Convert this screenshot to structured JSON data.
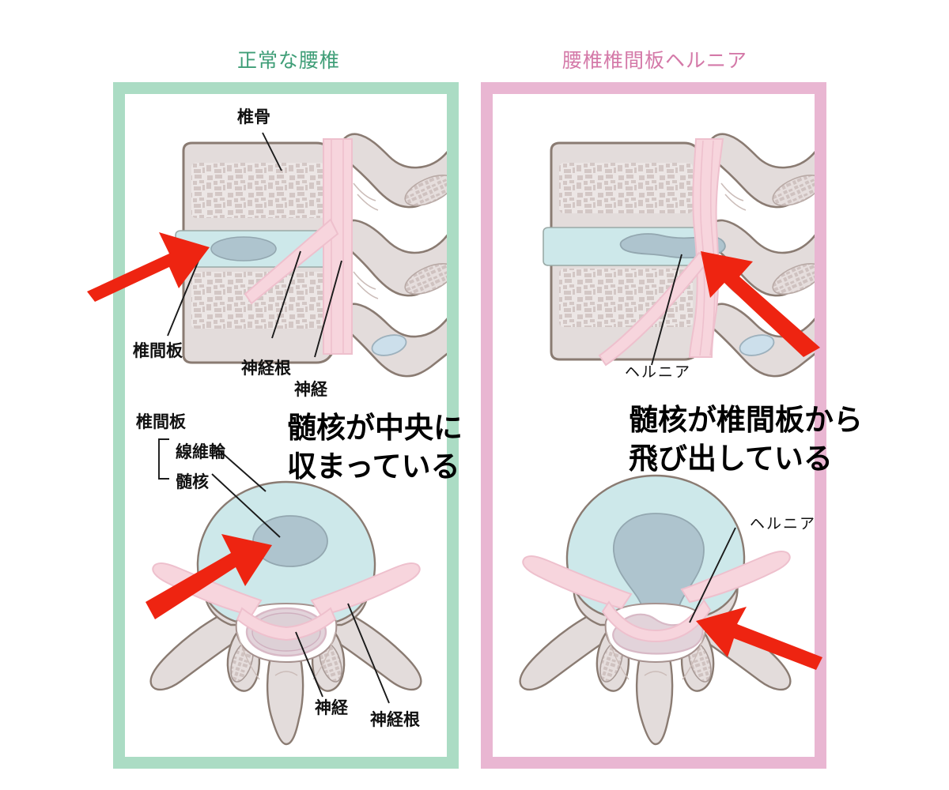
{
  "figure": {
    "kind": "medical-illustration",
    "subject": "Lumbar spine: normal vs lumbar disc herniation",
    "background_color": "#ffffff"
  },
  "panels": [
    {
      "id": "normal",
      "title": "正常な腰椎",
      "title_color": "#3f9e77",
      "frame_color": "#abdcc4",
      "message_lines": [
        "髄核が中央に",
        "収まっている"
      ],
      "labels": [
        {
          "name": "vertebra",
          "text": "椎骨"
        },
        {
          "name": "intervertebral-disc",
          "text": "椎間板"
        },
        {
          "name": "nerve-root",
          "text": "神経根"
        },
        {
          "name": "nerve",
          "text": "神経"
        },
        {
          "name": "disc-bracket-title",
          "text": "椎間板"
        },
        {
          "name": "annulus-fibrosus",
          "text": "線維輪"
        },
        {
          "name": "nucleus-pulposus",
          "text": "髄核"
        },
        {
          "name": "nerve-axial",
          "text": "神経"
        },
        {
          "name": "nerve-root-axial",
          "text": "神経根"
        }
      ],
      "arrows": [
        {
          "name": "arrow-disc-sagittal",
          "color": "#ee2411"
        },
        {
          "name": "arrow-nucleus-axial",
          "color": "#ee2411"
        }
      ]
    },
    {
      "id": "hernia",
      "title": "腰椎椎間板ヘルニア",
      "title_color": "#d479a8",
      "frame_color": "#e9b6d2",
      "message_lines": [
        "髄核が椎間板から",
        "飛び出している"
      ],
      "labels": [
        {
          "name": "herniation-sagittal",
          "text": "ヘルニア"
        },
        {
          "name": "herniation-axial",
          "text": "ヘルニア"
        }
      ],
      "arrows": [
        {
          "name": "arrow-herniation-sagittal",
          "color": "#ee2411"
        },
        {
          "name": "arrow-herniation-axial",
          "color": "#ee2411"
        }
      ]
    }
  ],
  "palette": {
    "bone_fill": "#e3dcdb",
    "bone_stroke": "#8a7b72",
    "trabecula": "#d2c6c4",
    "disc_fill": "#cde8ea",
    "disc_stroke": "#9aa9a6",
    "nucleus_fill": "#aec4ce",
    "nucleus_stroke": "#8fa3ab",
    "nerve_fill": "#f7d5dd",
    "nerve_stroke": "#e9bccb",
    "canal_fill": "#ddd0d6",
    "leader_line": "#1a1a1a",
    "arrow_red": "#ee2411"
  }
}
